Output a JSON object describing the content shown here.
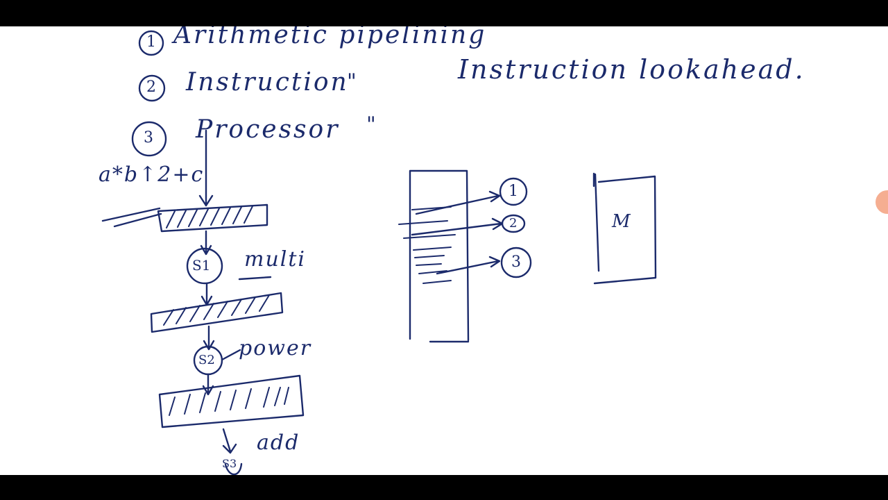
{
  "notes": {
    "item1_num": "1",
    "item1": "Arithmetic pipelining",
    "item2_num": "2",
    "item2": "Instruction",
    "item2_ditto": "\"",
    "item3_num": "3",
    "item3": "Processor",
    "item3_ditto": "\"",
    "heading_right": "Instruction lookahead.",
    "expression": "a*b↑2+c",
    "stage1_label": "multi",
    "stage1_circle": "S1",
    "stage2_label": "power",
    "stage2_circle": "S2",
    "stage3_label": "add",
    "stage3_circle": "S3",
    "queue_circle1": "1",
    "queue_circle2": "2",
    "queue_circle3": "3",
    "memory_label": "M"
  },
  "colors": {
    "ink": "#1b2a6b",
    "board": "#ffffff",
    "letterbox": "#000000",
    "fab": "#f3a07e"
  }
}
